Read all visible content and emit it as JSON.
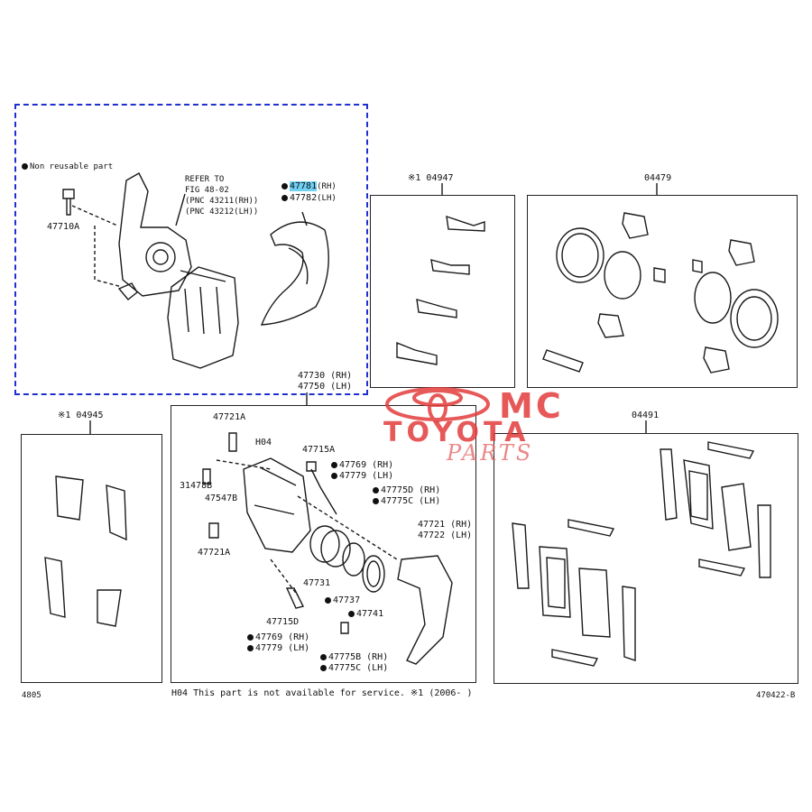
{
  "legend": {
    "non_reusable": "Non reusable part"
  },
  "refer": {
    "line1": "REFER TO",
    "line2": "FIG 48-02",
    "line3": "(PNC 43211(RH))",
    "line4": "(PNC 43212(LH))"
  },
  "parts": {
    "p47710A": "47710A",
    "p47781": "47781",
    "p47781_side": "(RH)",
    "p47782": "47782",
    "p47782_side": "(LH)",
    "p47730": "47730 (RH)",
    "p47750": "47750 (LH)",
    "p47721A_top": "47721A",
    "pH04": "H04",
    "p47715A": "47715A",
    "p47769_top": "47769 (RH)",
    "p47779_top": "47779 (LH)",
    "p31478B": "31478B",
    "p47547B": "47547B",
    "p47775D": "47775D (RH)",
    "p47775C_top": "47775C (LH)",
    "p47721A_bot": "47721A",
    "p47721": "47721 (RH)",
    "p47722": "47722 (LH)",
    "p47731": "47731",
    "p47737": "47737",
    "p47741": "47741",
    "p47715D": "47715D",
    "p47769_bot": "47769 (RH)",
    "p47779_bot": "47779 (LH)",
    "p47775B": "47775B (RH)",
    "p47775C_bot": "47775C (LH)"
  },
  "sections": {
    "s04947": "※1 04947",
    "s04479": "04479",
    "s04945": "※1 04945",
    "s04491": "04491"
  },
  "logo": {
    "mc": "MC",
    "toyota": "TOYOTA",
    "parts": "PARTS"
  },
  "footer": {
    "note": "H04 This part is not available for service.  ※1 (2006-    )",
    "left_code": "4805",
    "right_code": "470422-B"
  },
  "colors": {
    "highlight": "#6fd0f2",
    "dash_border": "#1f2fd0",
    "logo_red": "#e33b3b"
  }
}
